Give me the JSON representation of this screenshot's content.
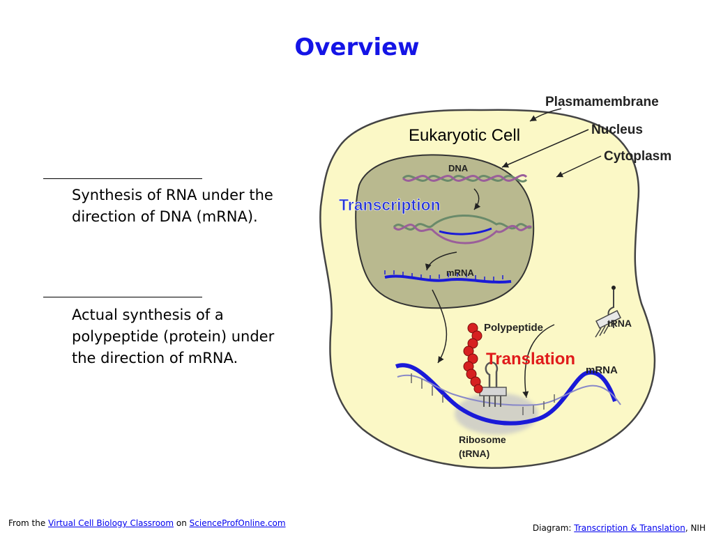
{
  "slide": {
    "title": "Overview"
  },
  "definitions": [
    {
      "text": "Synthesis of RNA under the direction of DNA (mRNA)."
    },
    {
      "text": "Actual synthesis of a polypeptide (protein) under the direction of mRNA."
    }
  ],
  "diagram": {
    "cell_label": "Eukaryotic Cell",
    "labels": {
      "plasmamembrane": "Plasmamembrane",
      "nucleus": "Nucleus",
      "cytoplasm": "Cytoplasm",
      "dna": "DNA",
      "transcription": "Transcription",
      "mrna_nucleus": "mRNA",
      "polypeptide": "Polypeptide",
      "trna": "tRNA",
      "translation": "Translation",
      "mrna_cytoplasm": "mRNA",
      "ribosome_line1": "Ribosome",
      "ribosome_line2": "(tRNA)"
    },
    "colors": {
      "cytoplasm_fill": "#fbf8c6",
      "nucleus_fill": "#b9b98f",
      "process_label": "#2533d6",
      "translation_label": "#e01b1b",
      "mrna_strand": "#1a1ad8",
      "polypeptide": "#d62020"
    }
  },
  "footer": {
    "left_prefix": "From the ",
    "left_link1": "Virtual Cell Biology Classroom",
    "left_middle": " on ",
    "left_link2": "ScienceProfOnline.com",
    "right_prefix": "Diagram: ",
    "right_link": "Transcription & Translation",
    "right_suffix": ", NIH"
  }
}
